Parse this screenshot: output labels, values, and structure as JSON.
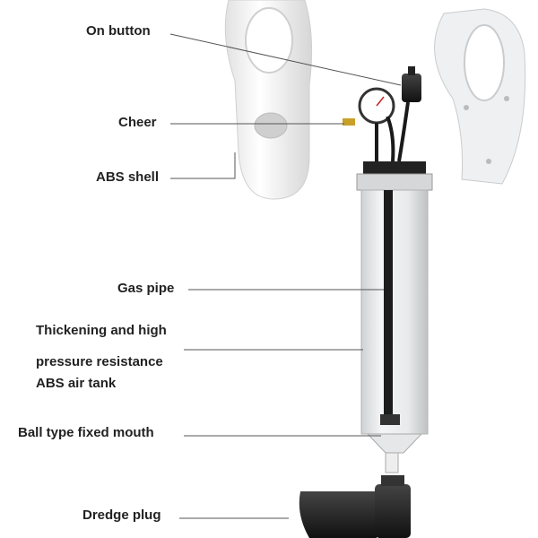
{
  "labels": {
    "on_button": "On button",
    "cheer": "Cheer",
    "abs_shell": "ABS shell",
    "gas_pipe": "Gas pipe",
    "air_tank_line1": "Thickening and high",
    "air_tank_line2": "pressure resistance",
    "air_tank_line3": "ABS air tank",
    "ball_mouth": "Ball type fixed mouth",
    "dredge_plug": "Dredge plug"
  },
  "colors": {
    "text": "#222222",
    "leader": "#555555",
    "shell": "#f4f4f4",
    "pipe": "#1a1a1a"
  }
}
